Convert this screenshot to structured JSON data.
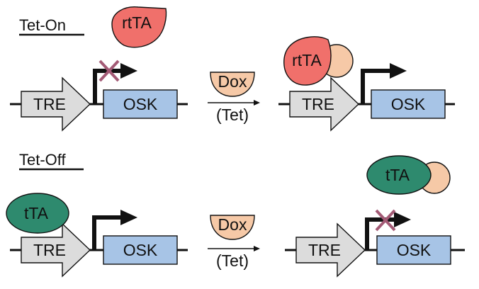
{
  "sections": {
    "tet_on": {
      "title": "Tet-On"
    },
    "tet_off": {
      "title": "Tet-Off"
    }
  },
  "labels": {
    "tre": "TRE",
    "osk": "OSK",
    "rtta": "rtTA",
    "tta": "tTA",
    "dox": "Dox",
    "tet": "(Tet)"
  },
  "colors": {
    "rtta": "#F0706B",
    "tta": "#2E8A6E",
    "dox": "#F6C9A7",
    "osk_box": "#A7C4E6",
    "tre_arrow": "#DCDCDC",
    "blocked_x": "#A35A75"
  }
}
